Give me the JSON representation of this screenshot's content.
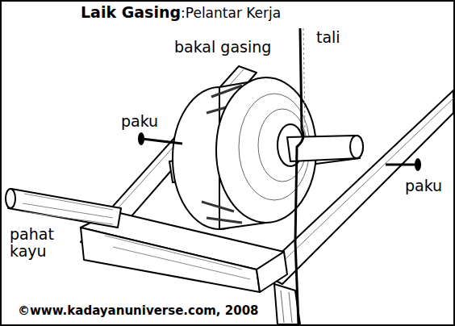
{
  "diagram": {
    "title": "Laik Gasing",
    "labels": [
      ":Pelantar Kerja",
      "bakal gasing",
      "tali",
      "paku",
      "paku",
      "pahat kayu",
      "©www.kadayanuniverse.com, 2008"
    ]
  }
}
